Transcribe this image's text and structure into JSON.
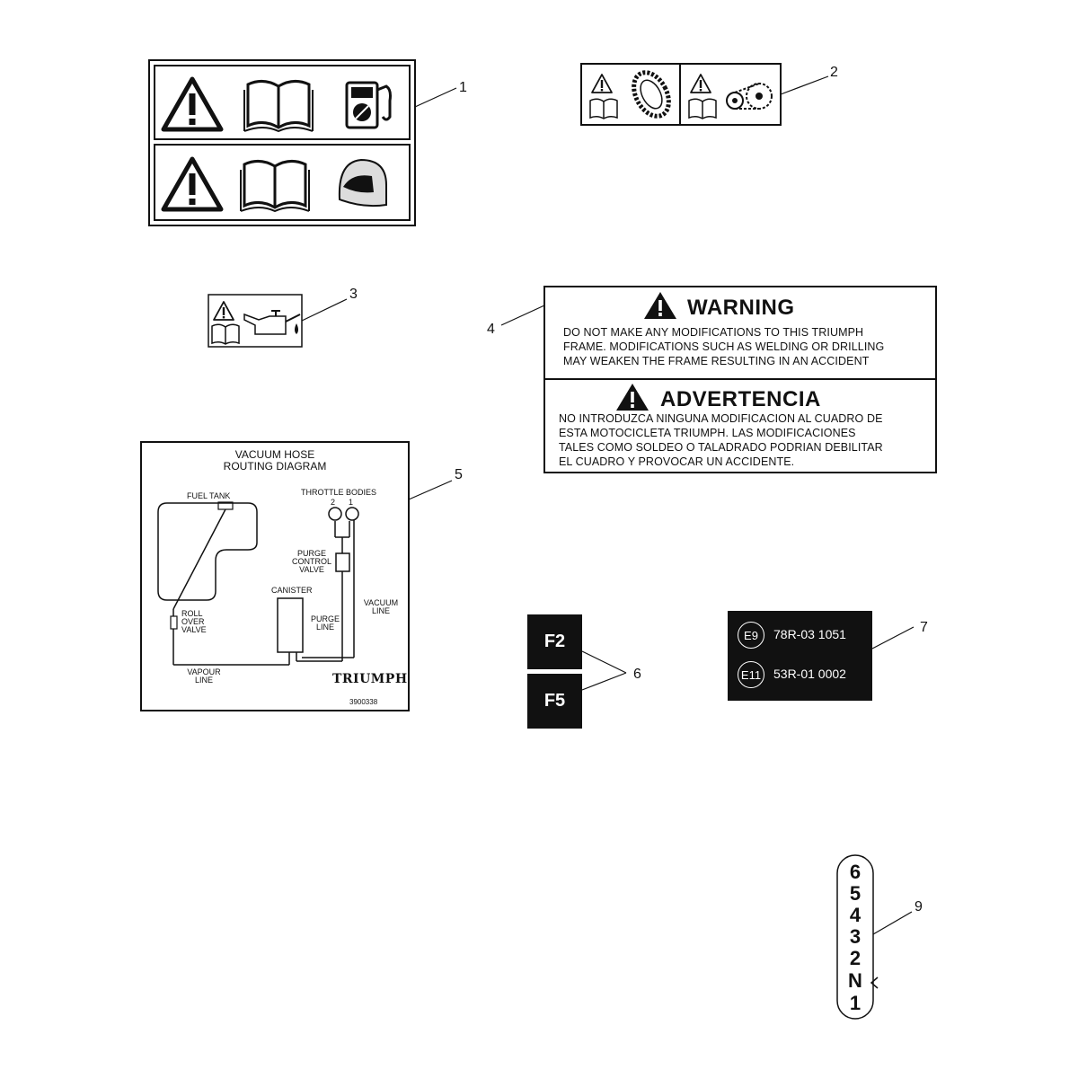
{
  "callouts": [
    "1",
    "2",
    "3",
    "4",
    "5",
    "6",
    "7",
    "9"
  ],
  "warning_label": {
    "en_title": "WARNING",
    "en_body": "DO  NOT MAKE ANY MODIFICATIONS TO THIS TRIUMPH\nFRAME.  MODIFICATIONS SUCH AS WELDING OR DRILLING\nMAY WEAKEN THE FRAME RESULTING IN AN ACCIDENT",
    "es_title": "ADVERTENCIA",
    "es_body": "NO INTRODUZCA NINGUNA MODIFICACION AL CUADRO DE\nESTA MOTOCICLETA TRIUMPH.  LAS MODIFICACIONES\nTALES COMO SOLDEO O TALADRADO PODRIAN DEBILITAR\nEL CUADRO Y PROVOCAR UN ACCIDENTE."
  },
  "vacuum_label": {
    "title_line1": "VACUUM HOSE",
    "title_line2": "ROUTING DIAGRAM",
    "fuel_tank": "FUEL TANK",
    "throttle_bodies": "THROTTLE BODIES",
    "body_2": "2",
    "body_1": "1",
    "purge_control_valve": [
      "PURGE",
      "CONTROL",
      "VALVE"
    ],
    "canister": "CANISTER",
    "vacuum_line": [
      "VACUUM",
      "LINE"
    ],
    "purge_line": [
      "PURGE",
      "LINE"
    ],
    "roll_over_valve": [
      "ROLL",
      "OVER",
      "VALVE"
    ],
    "vapour_line": [
      "VAPOUR",
      "LINE"
    ],
    "brand": "TRIUMPH",
    "part_number": "3900338"
  },
  "fuse_labels": [
    "F2",
    "F5"
  ],
  "approval_label": {
    "rows": [
      {
        "mark": "E9",
        "code": "78R-03 1051"
      },
      {
        "mark": "E11",
        "code": "53R-01 0002"
      }
    ]
  },
  "gear_indicator": {
    "digits": [
      "6",
      "5",
      "4",
      "3",
      "2",
      "N",
      "1"
    ]
  },
  "icons": [
    "warning-triangle-icon",
    "manual-book-icon",
    "fuel-pump-icon",
    "helmet-icon",
    "tyre-icon",
    "drive-chain-icon",
    "oil-can-icon"
  ],
  "colors": {
    "ink": "#111111",
    "background": "#ffffff",
    "label_fill": "#111111"
  }
}
